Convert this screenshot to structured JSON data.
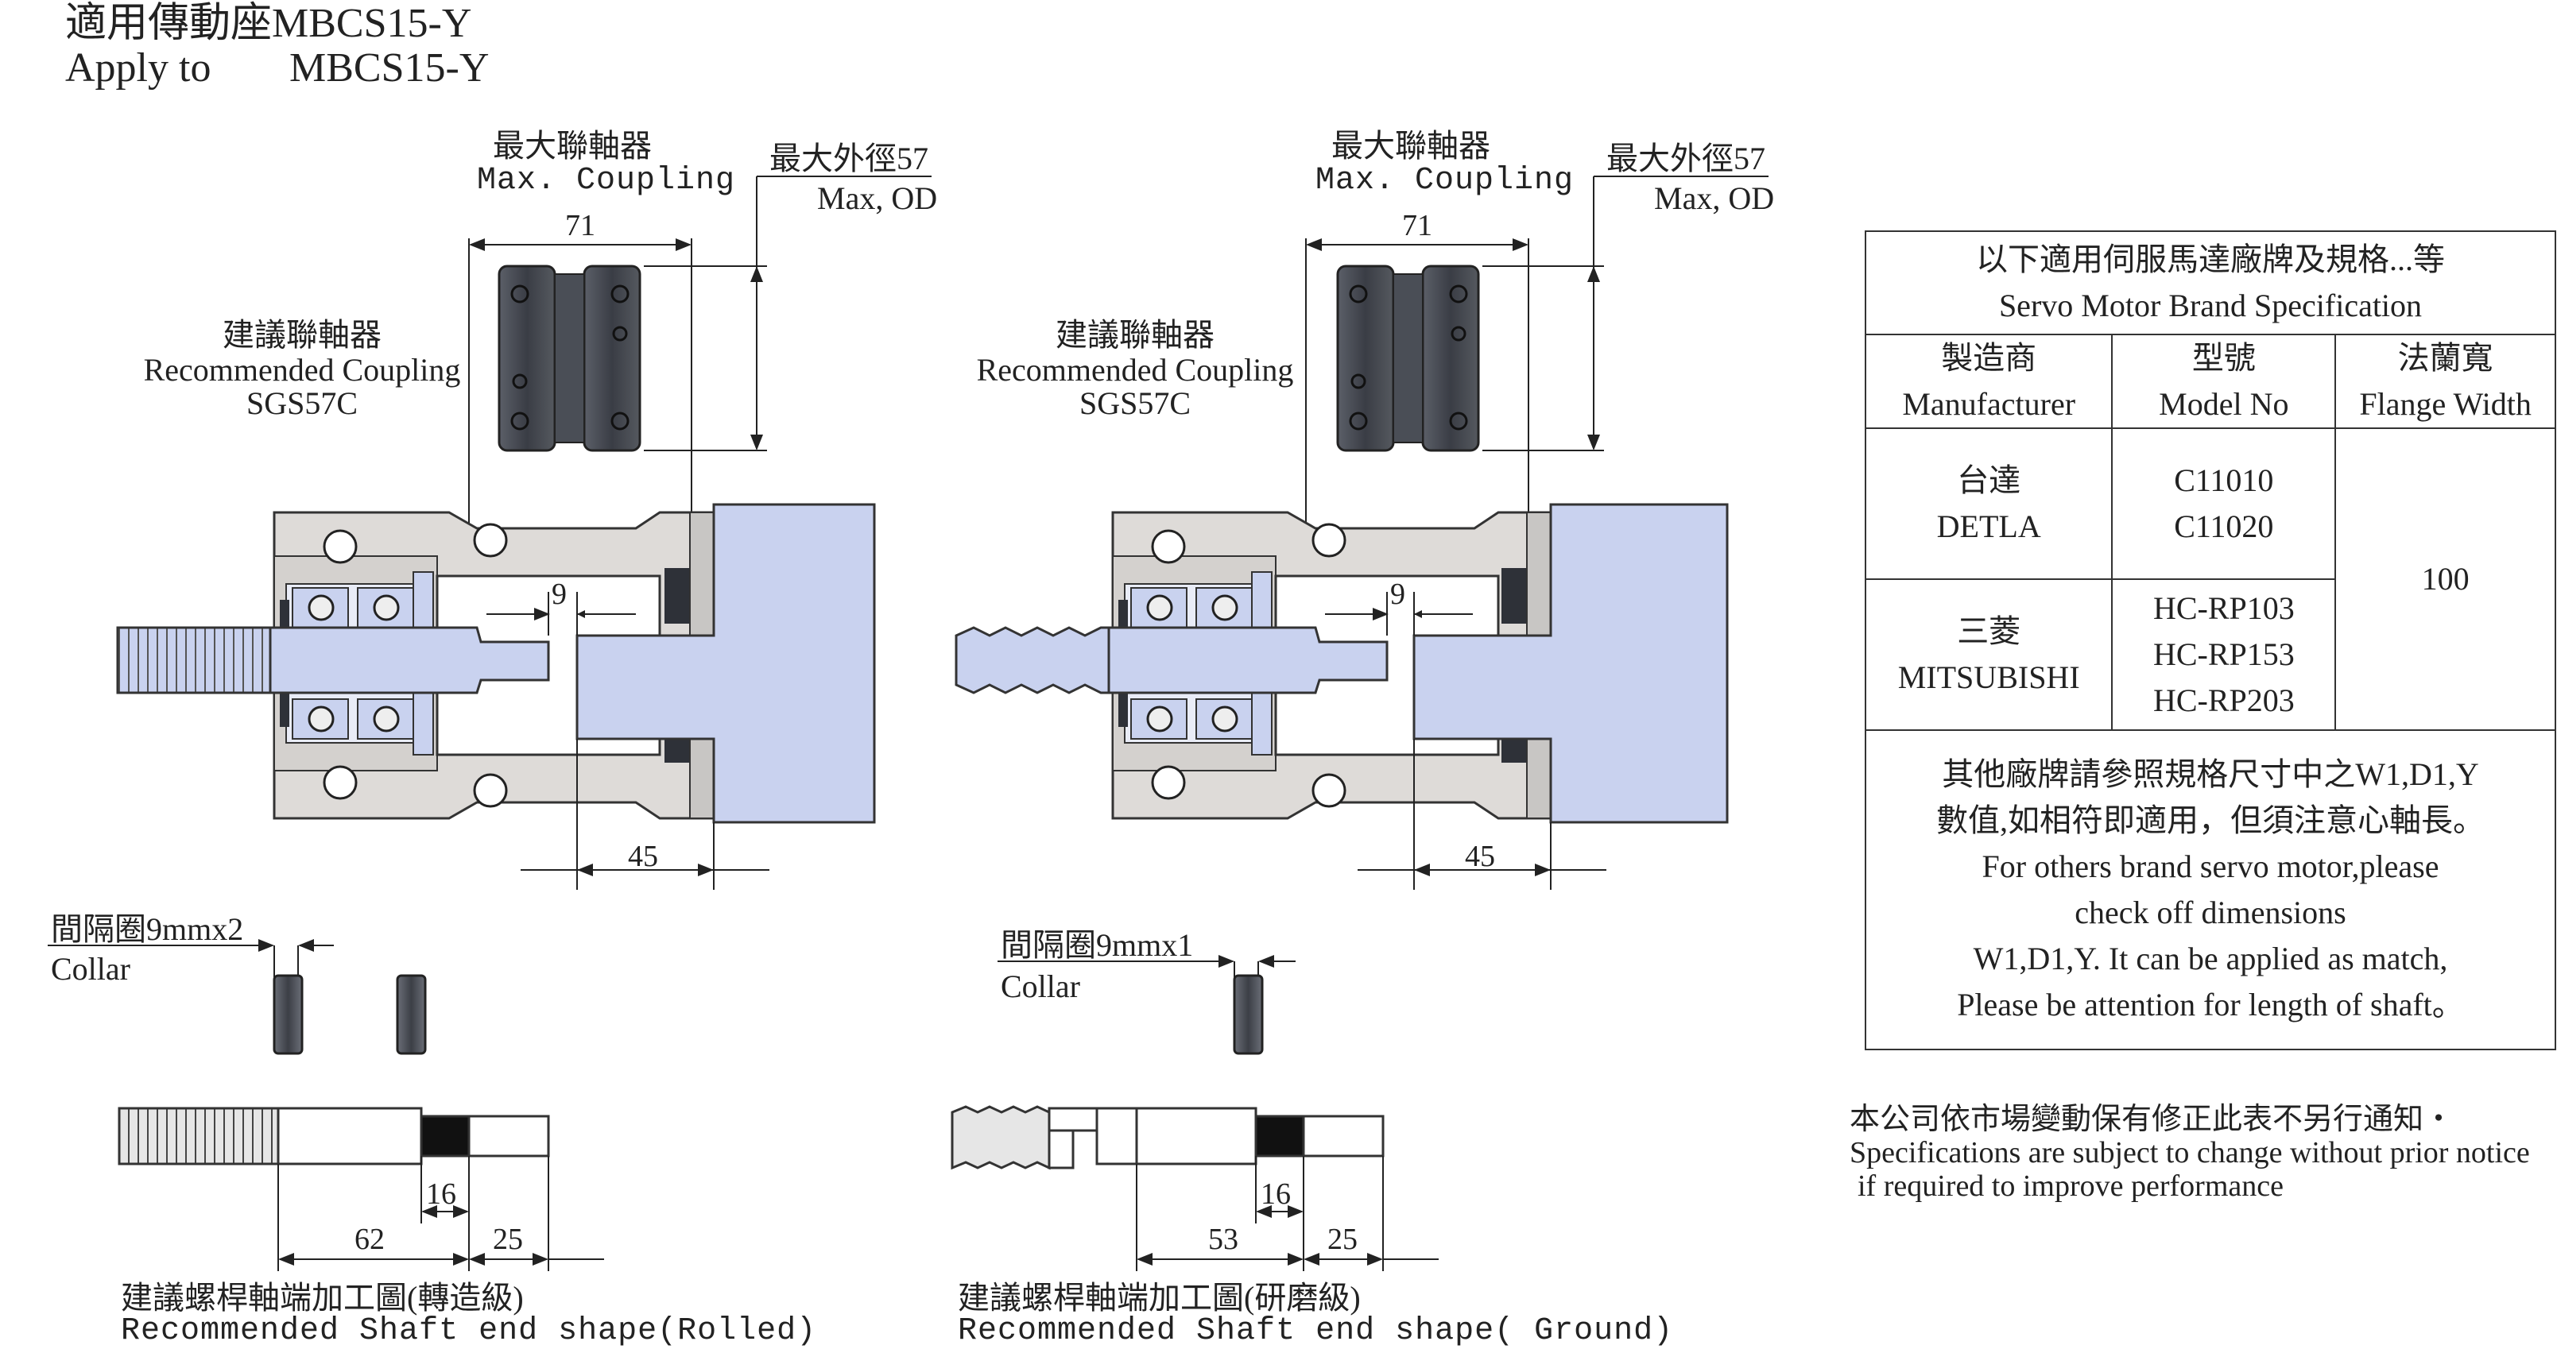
{
  "title": {
    "zh": "適用傳動座MBCS15-Y",
    "en_prefix": "Apply to",
    "en_model": "MBCS15-Y"
  },
  "left_figure": {
    "max_coupling_zh": "最大聯軸器",
    "max_coupling_en": "Max. Coupling",
    "max_od_zh": "最大外徑57",
    "max_od_en": "Max, OD",
    "dim_coupling_len": "71",
    "rec_coupling_zh": "建議聯軸器",
    "rec_coupling_en": "Recommended Coupling",
    "rec_coupling_model": "SGS57C",
    "dim_gap": "9",
    "dim_motor": "45",
    "collar_zh": "間隔圈9mmx2",
    "collar_en": "Collar",
    "shaft_dim_a": "16",
    "shaft_dim_b": "62",
    "shaft_dim_c": "25",
    "shaft_caption_zh": "建議螺桿軸端加工圖(轉造級)",
    "shaft_caption_en": "Recommended Shaft end shape(Rolled)"
  },
  "right_figure": {
    "max_coupling_zh": "最大聯軸器",
    "max_coupling_en": "Max. Coupling",
    "max_od_zh": "最大外徑57",
    "max_od_en": "Max, OD",
    "dim_coupling_len": "71",
    "rec_coupling_zh": "建議聯軸器",
    "rec_coupling_en": "Recommended Coupling",
    "rec_coupling_model": "SGS57C",
    "dim_gap": "9",
    "dim_motor": "45",
    "collar_zh": "間隔圈9mmx1",
    "collar_en": "Collar",
    "shaft_dim_a": "16",
    "shaft_dim_b": "53",
    "shaft_dim_c": "25",
    "shaft_caption_zh": "建議螺桿軸端加工圖(研磨級)",
    "shaft_caption_en": "Recommended Shaft end shape( Ground)"
  },
  "spec_table": {
    "header_zh": "以下適用伺服馬達廠牌及規格...等",
    "header_en": "Servo Motor Brand Specification",
    "columns": [
      {
        "zh": "製造商",
        "en": "Manufacturer"
      },
      {
        "zh": "型號",
        "en": "Model No"
      },
      {
        "zh": "法蘭寬",
        "en": "Flange Width"
      }
    ],
    "rows": [
      {
        "maker_zh": "台達",
        "maker_en": "DETLA",
        "models": [
          "C11010",
          "C11020"
        ]
      },
      {
        "maker_zh": "三菱",
        "maker_en": "MITSUBISHI",
        "models": [
          "HC-RP103",
          "HC-RP153",
          "HC-RP203"
        ]
      }
    ],
    "flange_width": "100",
    "note_lines": [
      "其他廠牌請參照規格尺寸中之W1,D1,Y",
      "數值,如相符即適用，但須注意心軸長。",
      "For others brand servo motor,please",
      "check off dimensions",
      "W1,D1,Y. It can be applied as match,",
      "Please be attention for length of shaft。"
    ]
  },
  "footer_note": {
    "zh": "本公司依市場變動保有修正此表不另行通知・",
    "en_line1": "Specifications are subject to change without prior notice",
    "en_line2": "if required to improve performance"
  },
  "colors": {
    "housing": "#dedbd8",
    "motor_shaft": "#c9d2ef",
    "coupling": "#3f434b",
    "outline": "#333333"
  }
}
